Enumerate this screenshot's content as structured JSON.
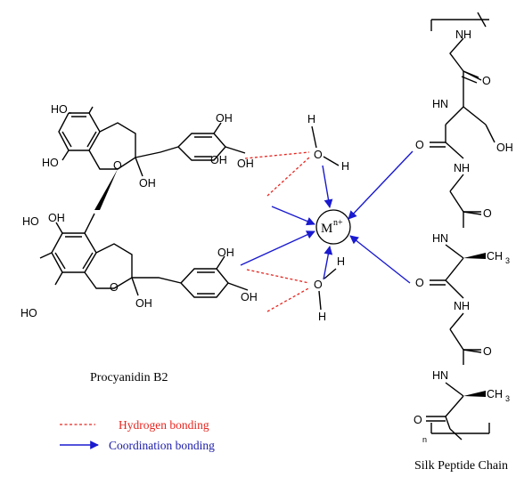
{
  "procyanidin": {
    "ho_a": "HO",
    "oh_b": "OH",
    "o_c": "O",
    "oh_d": "OH",
    "oh_e": "OH",
    "oh_f": "OH",
    "ho_g": "HO",
    "ho_h": "HO",
    "oh_i": "OH",
    "o_j": "O",
    "oh_k": "OH",
    "oh_l": "OH",
    "oh_m": "OH",
    "caption": "Procyanidin B2"
  },
  "water": {
    "h1": "H",
    "o1": "O",
    "h2": "H",
    "h3": "H",
    "o2": "O",
    "h4": "H"
  },
  "metal": {
    "label": "M",
    "charge": "n+"
  },
  "silk": {
    "nh1": "NH",
    "o1": "O",
    "hn2": "HN",
    "oh3": "OH",
    "o4": "O",
    "nh5": "NH",
    "o6": "O",
    "hn7": "HN",
    "ch3_8": "CH",
    "sub3_8": "3",
    "o9": "O",
    "nh10": "NH",
    "o11": "O",
    "hn12": "HN",
    "ch3_13": "CH",
    "sub3_13": "3",
    "o14": "O",
    "n": "n",
    "caption": "Silk Peptide Chain"
  },
  "legend": {
    "hydrogen": "Hydrogen bonding",
    "coordination": "Coordination bonding"
  },
  "colors": {
    "hydrogen": "#e8251f",
    "coordination": "#1a1ad0"
  }
}
